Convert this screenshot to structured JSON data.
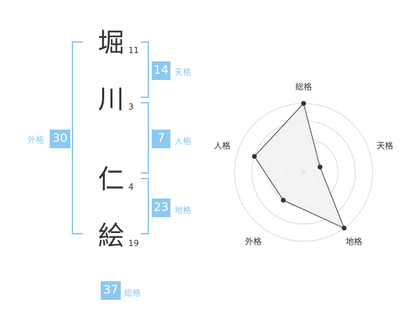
{
  "name_chars": [
    {
      "char": "堀",
      "strokes": "11"
    },
    {
      "char": "川",
      "strokes": "3"
    },
    {
      "char": "仁",
      "strokes": "4"
    },
    {
      "char": "絵",
      "strokes": "19"
    }
  ],
  "fortunes": {
    "tenkaku": {
      "value": "14",
      "label": "天格"
    },
    "jinkaku": {
      "value": "7",
      "label": "人格"
    },
    "chikaku": {
      "value": "23",
      "label": "地格"
    },
    "gaikaku": {
      "value": "30",
      "label": "外格"
    },
    "soukaku": {
      "value": "37",
      "label": "総格"
    }
  },
  "colors": {
    "accent": "#8cc8ef",
    "text": "#333333",
    "grid": "#d8d8d8",
    "fill": "#f0f0f0"
  },
  "chart_data": {
    "type": "radar",
    "axes": [
      "総格",
      "天格",
      "地格",
      "外格",
      "人格"
    ],
    "values": [
      4,
      1,
      4,
      2,
      3
    ],
    "max": 4,
    "rings": 4,
    "grid": true
  }
}
